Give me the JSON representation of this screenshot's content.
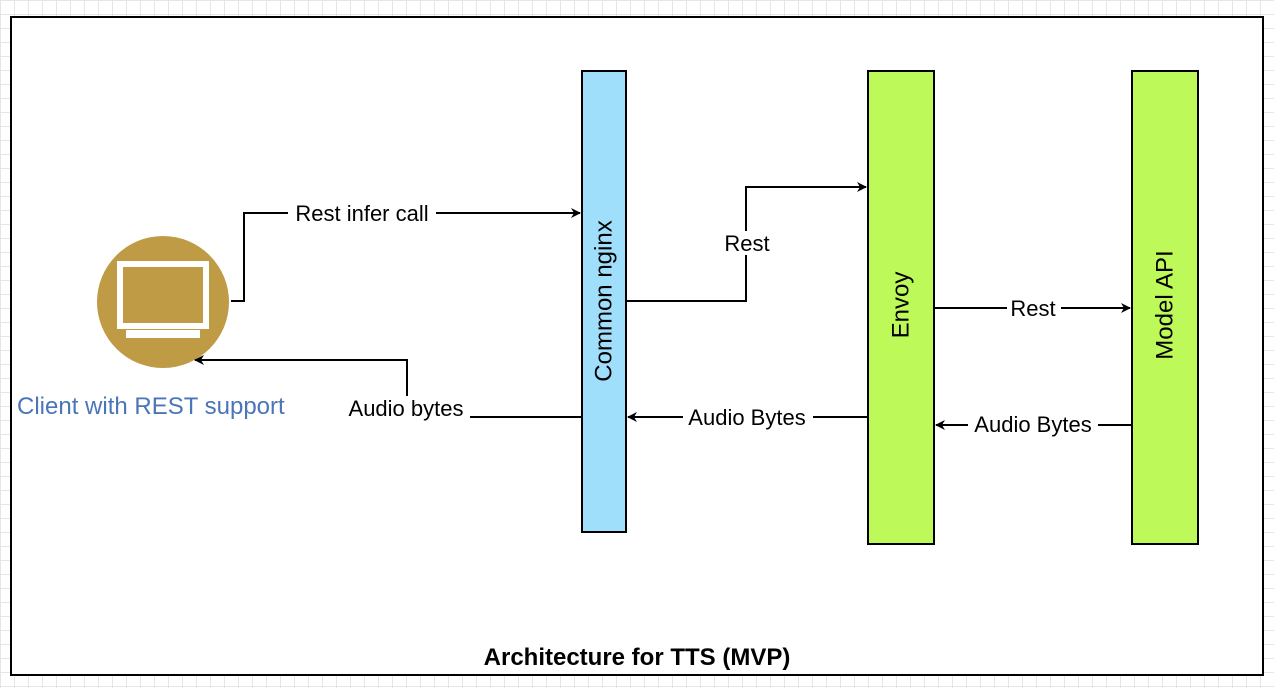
{
  "diagram": {
    "title": "Architecture for TTS (MVP)",
    "colors": {
      "nginx_fill": "#9fdffb",
      "envoy_fill": "#bef95a",
      "model_fill": "#bef95a",
      "client_icon": "#bf9b46",
      "client_label": "#4a75b8",
      "stroke": "#000000"
    },
    "nodes": {
      "client": {
        "label": "Client with REST support",
        "icon": "monitor-icon"
      },
      "nginx": {
        "label": "Common nginx"
      },
      "envoy": {
        "label": "Envoy"
      },
      "model_api": {
        "label": "Model API"
      }
    },
    "edges": {
      "client_to_nginx": "Rest infer call",
      "nginx_to_client": "Audio bytes",
      "nginx_to_envoy": "Rest",
      "envoy_to_nginx": "Audio Bytes",
      "envoy_to_model": "Rest",
      "model_to_envoy": "Audio Bytes"
    }
  }
}
